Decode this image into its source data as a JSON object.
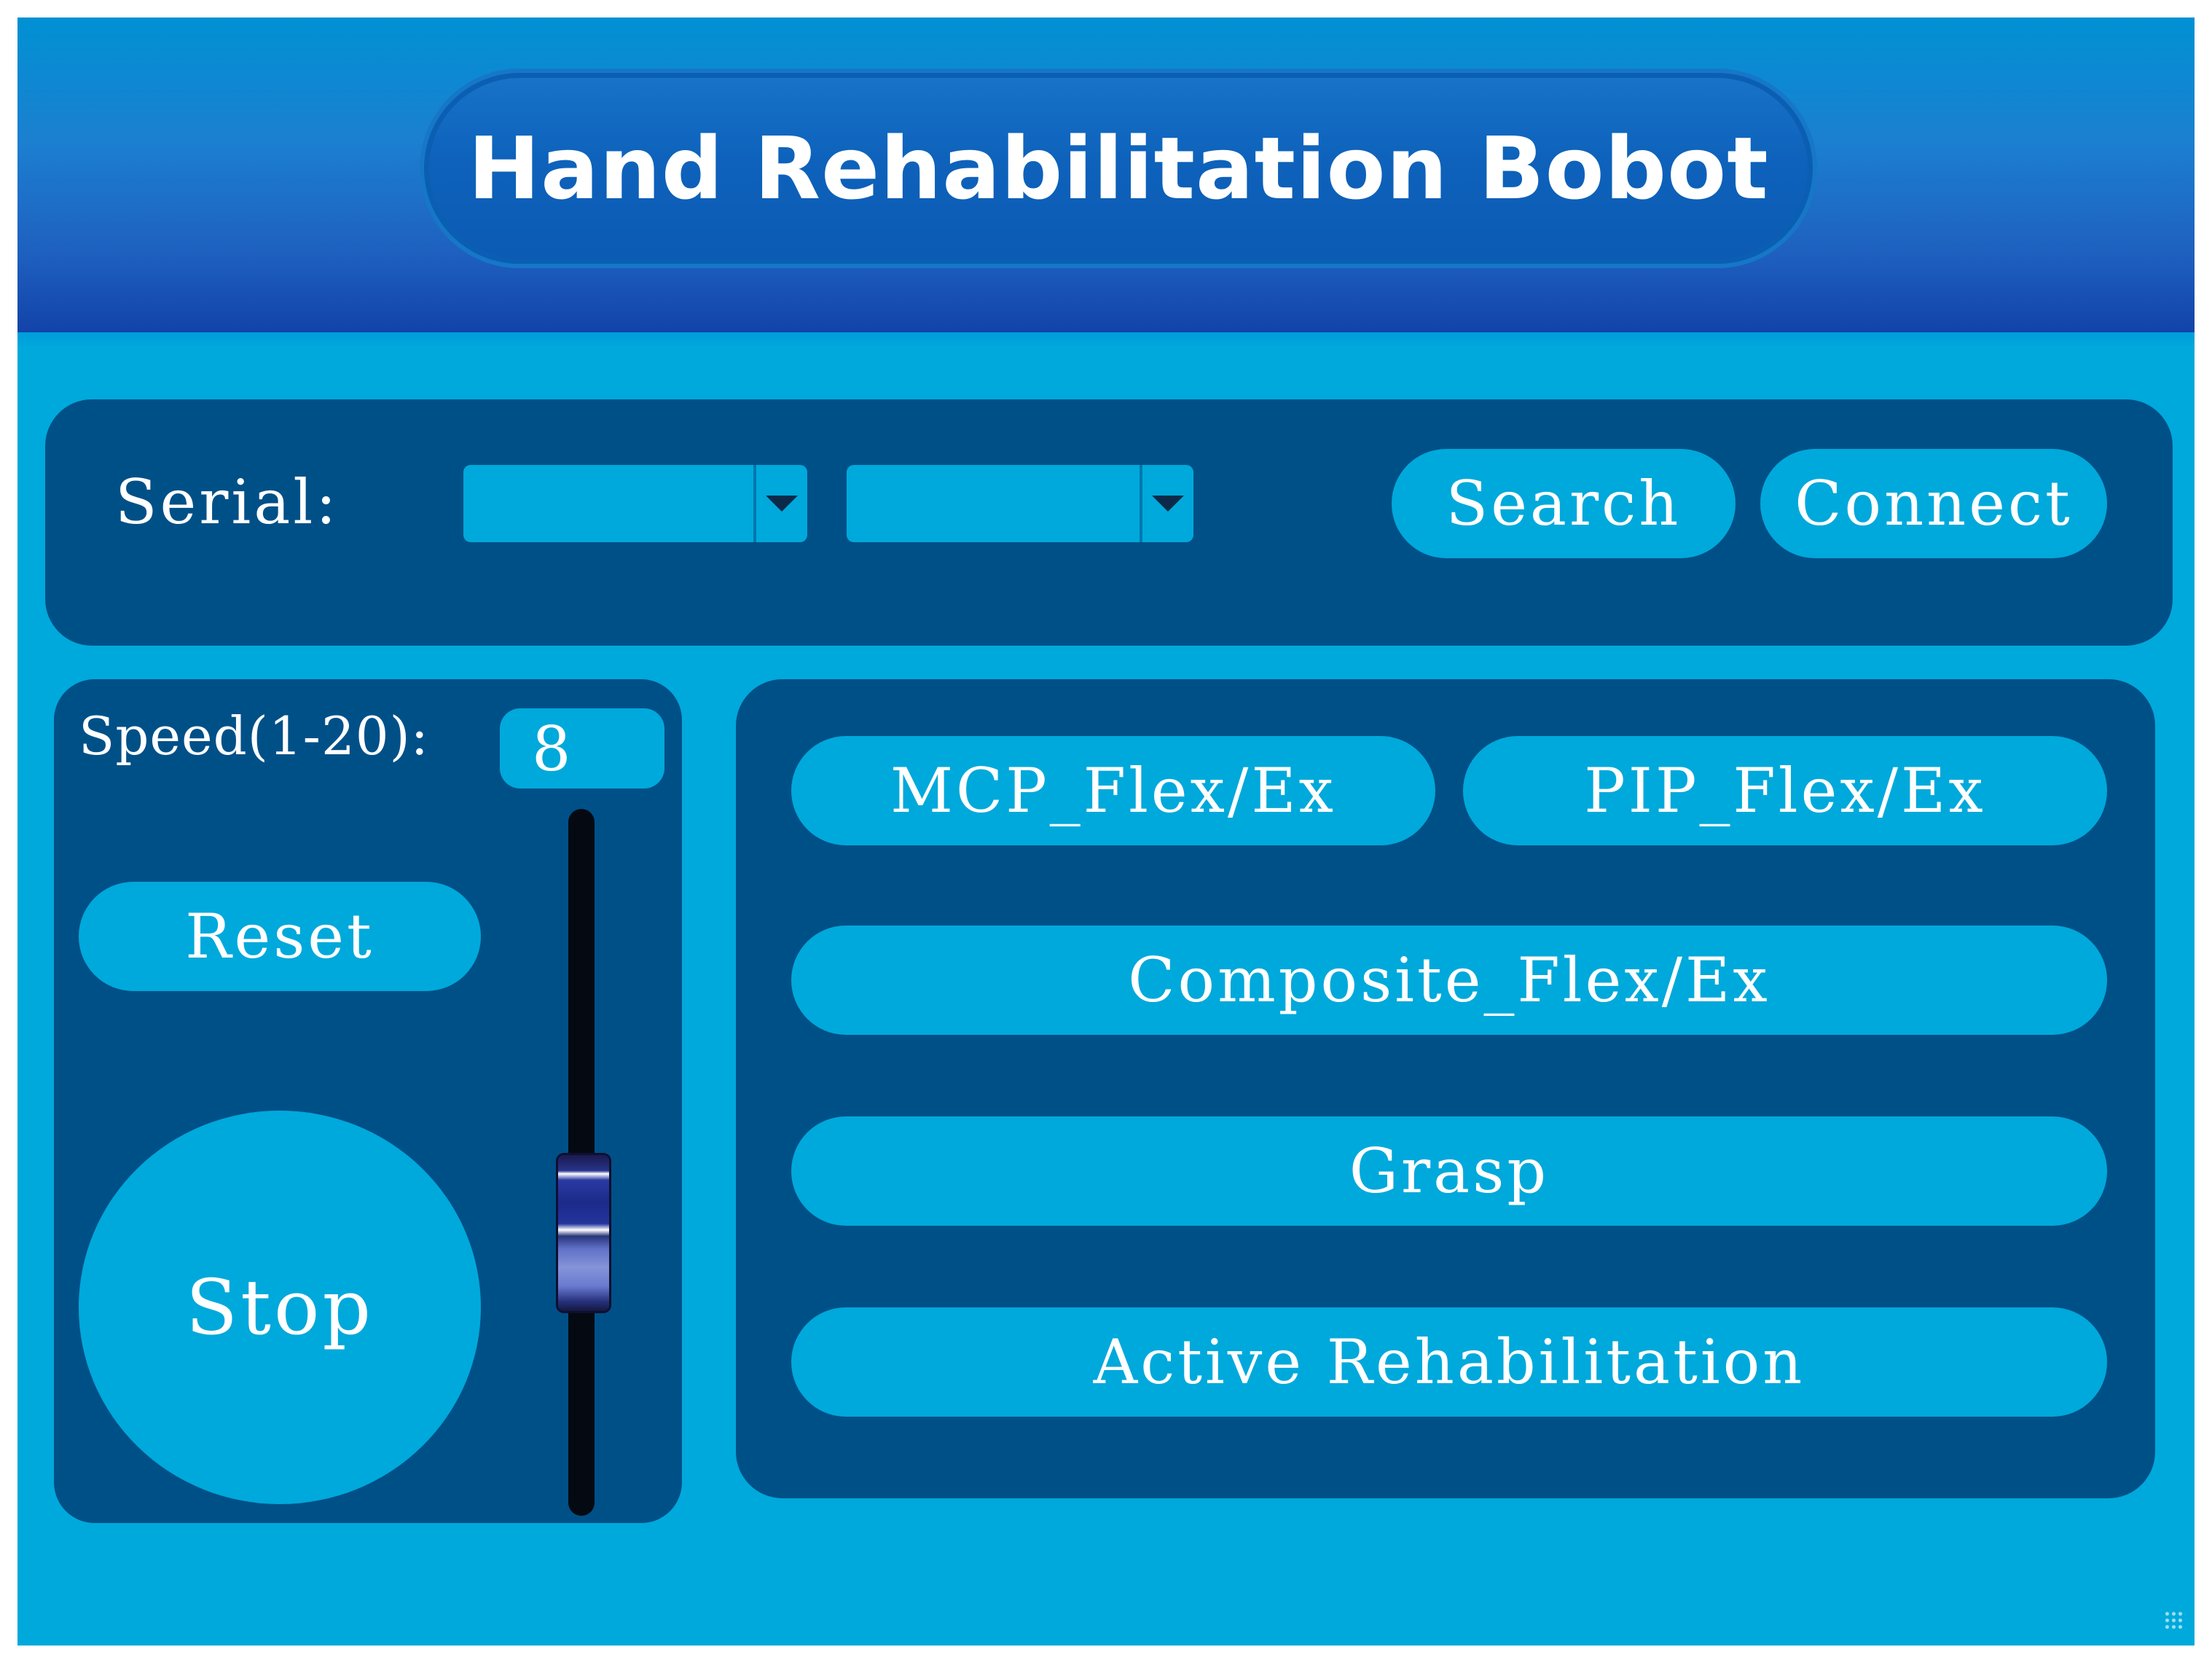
{
  "app": {
    "title": "Hand Rehabilitation Bobot"
  },
  "serial": {
    "label": "Serial:",
    "port_value": "",
    "baud_value": "",
    "search_label": "Search",
    "connect_label": "Connect"
  },
  "speed": {
    "label": "Speed(1-20):",
    "value": "8",
    "slider_min": 1,
    "slider_max": 20,
    "slider_value": 8,
    "reset_label": "Reset",
    "stop_label": "Stop"
  },
  "modes": {
    "mcp_label": "MCP_Flex/Ex",
    "pip_label": "PIP_Flex/Ex",
    "composite_label": "Composite_Flex/Ex",
    "grasp_label": "Grasp",
    "active_label": "Active Rehabilitation"
  },
  "colors": {
    "window_bg": "#00a9db",
    "panel_bg": "#005088",
    "header_top": "#0091d3",
    "header_bottom": "#1243a8",
    "text": "#ffffff"
  },
  "icons": {
    "dropdown": "chevron-down-icon",
    "resize": "resize-grip-icon"
  }
}
